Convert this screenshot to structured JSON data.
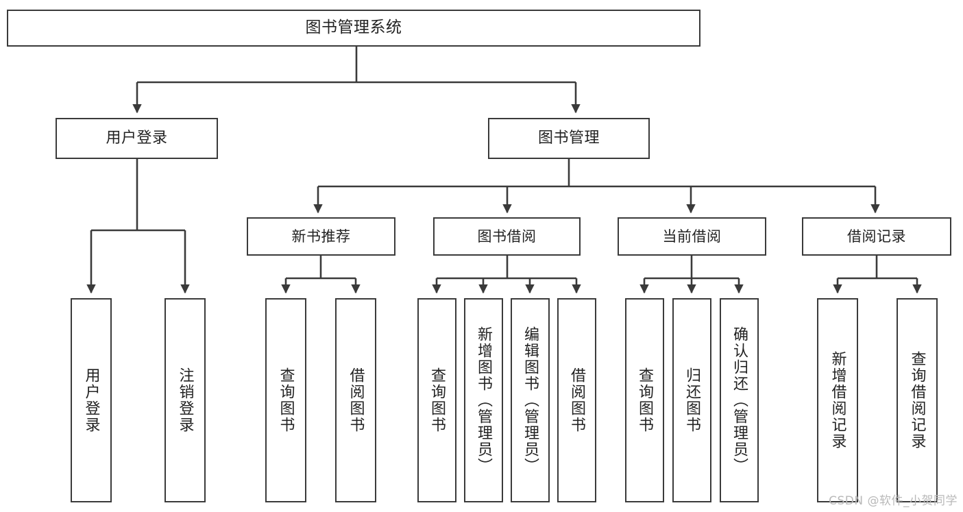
{
  "diagram": {
    "title": "图书管理系统",
    "watermark": "CSDN @软件_小贺同学",
    "colors": {
      "box_border": "#3a3a3a",
      "box_fill": "#ffffff",
      "edge": "#3a3a3a",
      "text": "#222222",
      "watermark": "#b9b9b9",
      "background": "#ffffff"
    },
    "root": {
      "label": "图书管理系统"
    },
    "level2": [
      {
        "label": "用户登录"
      },
      {
        "label": "图书管理"
      }
    ],
    "level3": [
      {
        "label": "新书推荐"
      },
      {
        "label": "图书借阅"
      },
      {
        "label": "当前借阅"
      },
      {
        "label": "借阅记录"
      }
    ],
    "leaves": {
      "user_login": [
        {
          "label": "用户登录"
        },
        {
          "label": "注销登录"
        }
      ],
      "new_book": [
        {
          "label": "查询图书"
        },
        {
          "label": "借阅图书"
        }
      ],
      "book_borrow": [
        {
          "label": "查询图书"
        },
        {
          "label": "新增图书（管理员）"
        },
        {
          "label": "编辑图书（管理员）"
        },
        {
          "label": "借阅图书"
        }
      ],
      "current_borrow": [
        {
          "label": "查询图书"
        },
        {
          "label": "归还图书"
        },
        {
          "label": "确认归还（管理员）"
        }
      ],
      "borrow_record": [
        {
          "label": "新增借阅记录"
        },
        {
          "label": "查询借阅记录"
        }
      ]
    }
  }
}
